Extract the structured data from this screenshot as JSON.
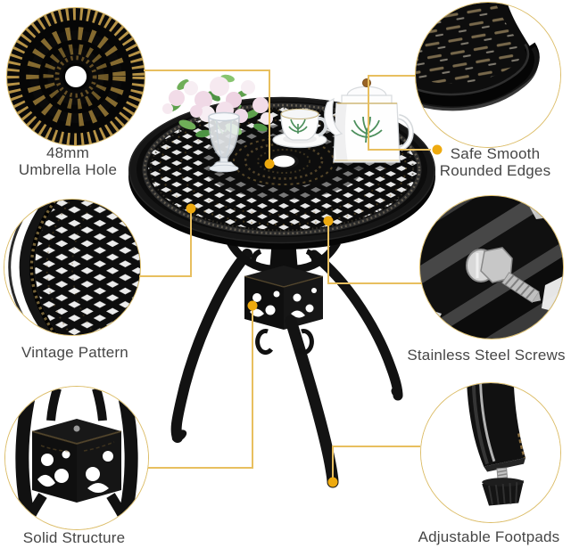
{
  "colors": {
    "background": "#ffffff",
    "connector_line": "#e8bf5f",
    "dot": "#eeaa0f",
    "circle_border": "#dcbd68",
    "label_text": "#464646",
    "metal_black": "#121212",
    "bronze_accent": "#9a7a3a"
  },
  "callouts": {
    "umbrella": {
      "line1": "48mm",
      "line2": "Umbrella Hole"
    },
    "edges": {
      "line1": "Safe Smooth",
      "line2": "Rounded Edges"
    },
    "vintage": {
      "line1": "Vintage Pattern"
    },
    "screws": {
      "line1": "Stainless Steel Screws"
    },
    "solid": {
      "line1": "Solid Structure"
    },
    "footpads": {
      "line1": "Adjustable Footpads"
    }
  }
}
